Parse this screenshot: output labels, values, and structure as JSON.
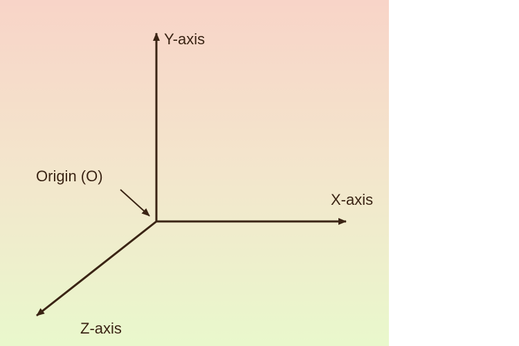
{
  "diagram": {
    "labels": {
      "y_axis": "Y-axis",
      "x_axis": "X-axis",
      "z_axis": "Z-axis",
      "origin": "Origin (O)"
    },
    "colors": {
      "background_top": "#f8d4c8",
      "background_mid": "#f3e6cc",
      "background_bottom": "#e9f8cc",
      "stroke": "#3a2414"
    }
  }
}
